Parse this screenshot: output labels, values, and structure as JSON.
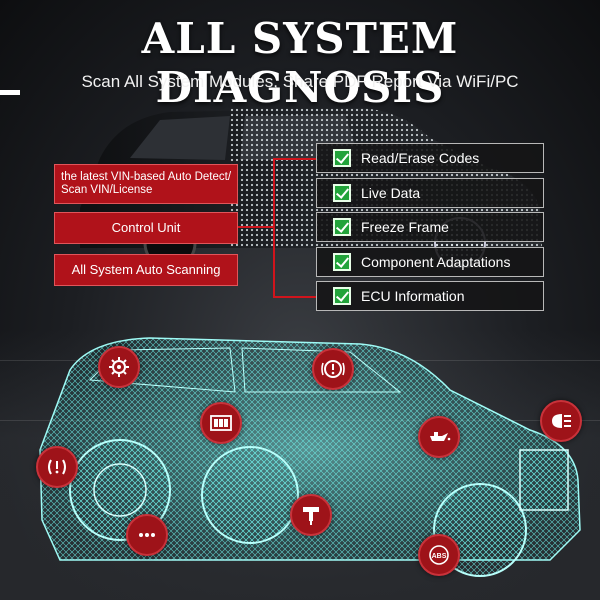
{
  "header": {
    "title": "ALL SYSTEM DIAGNOSIS",
    "subtitle": "Scan All System Modules, Share PDF Report Via WiFi/PC"
  },
  "left_boxes": [
    {
      "label": "the latest VIN-based Auto Detect/ Scan VIN/License"
    },
    {
      "label": "Control Unit"
    },
    {
      "label": "All System Auto Scanning"
    }
  ],
  "features": [
    {
      "label": "Read/Erase Codes"
    },
    {
      "label": "Live Data"
    },
    {
      "label": "Freeze Frame"
    },
    {
      "label": "Component Adaptations"
    },
    {
      "label": "ECU Information"
    }
  ],
  "icons": [
    {
      "name": "tpms-icon"
    },
    {
      "name": "engine-icon"
    },
    {
      "name": "fuse-box-icon"
    },
    {
      "name": "brake-warning-icon"
    },
    {
      "name": "oil-icon"
    },
    {
      "name": "headlight-icon"
    },
    {
      "name": "injector-icon"
    },
    {
      "name": "more-icon"
    },
    {
      "name": "abs-icon",
      "text": "ABS"
    }
  ],
  "colors": {
    "accent_red": "#b0121a",
    "check_green": "#22a33a",
    "wireframe": "#5ff0ea"
  }
}
